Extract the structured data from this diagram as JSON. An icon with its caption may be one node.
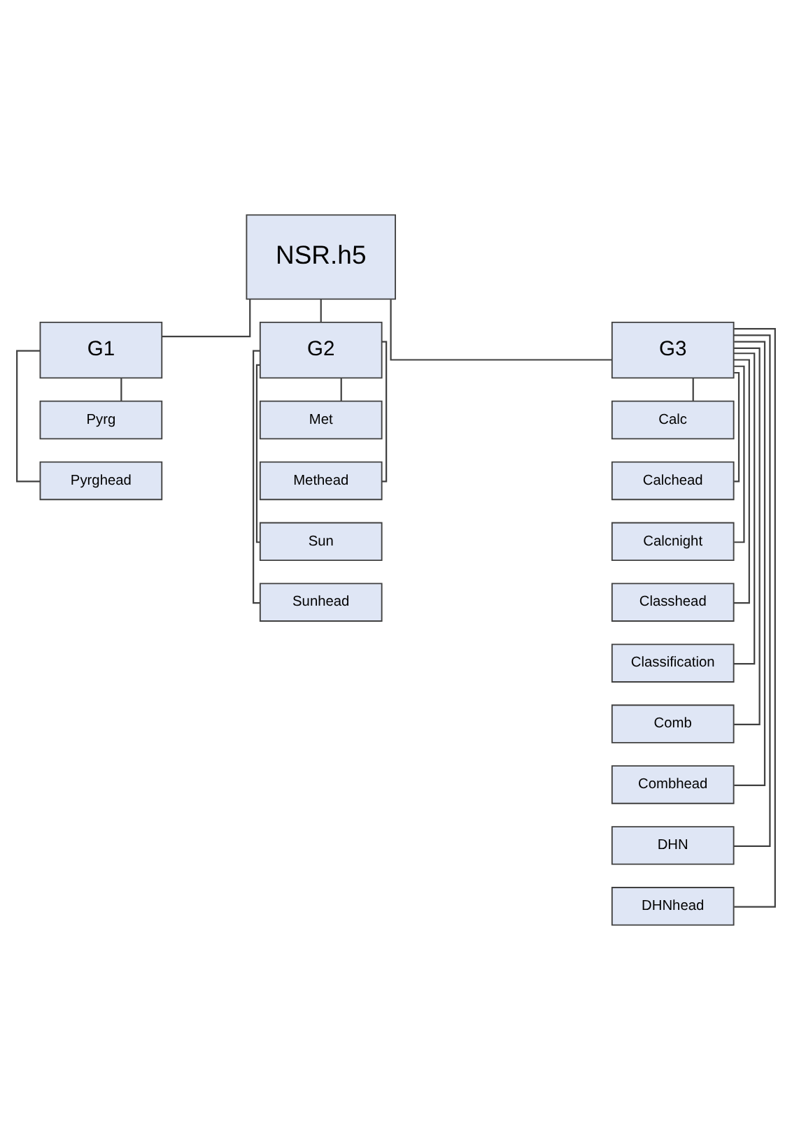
{
  "diagram": {
    "nodes": [
      {
        "text": [
          "NSR.h5"
        ]
      },
      {
        "text": [
          "G1"
        ]
      },
      {
        "text": [
          "G2"
        ]
      },
      {
        "text": [
          "G3"
        ]
      },
      {
        "text": [
          "Pyrg"
        ]
      },
      {
        "text": [
          "Pyrghead"
        ]
      },
      {
        "text": [
          "Met"
        ]
      },
      {
        "text": [
          "Methead"
        ]
      },
      {
        "text": [
          "Sun"
        ]
      },
      {
        "text": [
          "Sunhead"
        ]
      },
      {
        "text": [
          "Calc"
        ]
      },
      {
        "text": [
          "Calchead"
        ]
      },
      {
        "text": [
          "Calcnight"
        ]
      },
      {
        "text": [
          "Classhead"
        ]
      },
      {
        "text": [
          "Classification"
        ]
      },
      {
        "text": [
          "Comb"
        ]
      },
      {
        "text": [
          "Combhead"
        ]
      },
      {
        "text": [
          "DHN"
        ]
      },
      {
        "text": [
          "DHNhead"
        ]
      }
    ],
    "edges": [
      {
        "from": 0,
        "to": 1,
        "arrow": "none"
      },
      {
        "from": 0,
        "to": 2,
        "arrow": "none"
      },
      {
        "from": 0,
        "to": 3,
        "arrow": "none"
      },
      {
        "from": 1,
        "to": 4,
        "arrow": "none"
      },
      {
        "from": 1,
        "to": 5,
        "arrow": "none"
      },
      {
        "from": 2,
        "to": 6,
        "arrow": "none"
      },
      {
        "from": 2,
        "to": 7,
        "arrow": "none"
      },
      {
        "from": 2,
        "to": 8,
        "arrow": "none"
      },
      {
        "from": 2,
        "to": 9,
        "arrow": "none"
      },
      {
        "from": 3,
        "to": 10,
        "arrow": "none"
      },
      {
        "from": 3,
        "to": 11,
        "arrow": "none"
      },
      {
        "from": 3,
        "to": 12,
        "arrow": "none"
      },
      {
        "from": 3,
        "to": 13,
        "arrow": "none"
      },
      {
        "from": 3,
        "to": 14,
        "arrow": "none"
      },
      {
        "from": 3,
        "to": 15,
        "arrow": "none"
      },
      {
        "from": 3,
        "to": 16,
        "arrow": "none"
      },
      {
        "from": 3,
        "to": 17,
        "arrow": "none"
      },
      {
        "from": 3,
        "to": 18,
        "arrow": "none"
      }
    ]
  }
}
